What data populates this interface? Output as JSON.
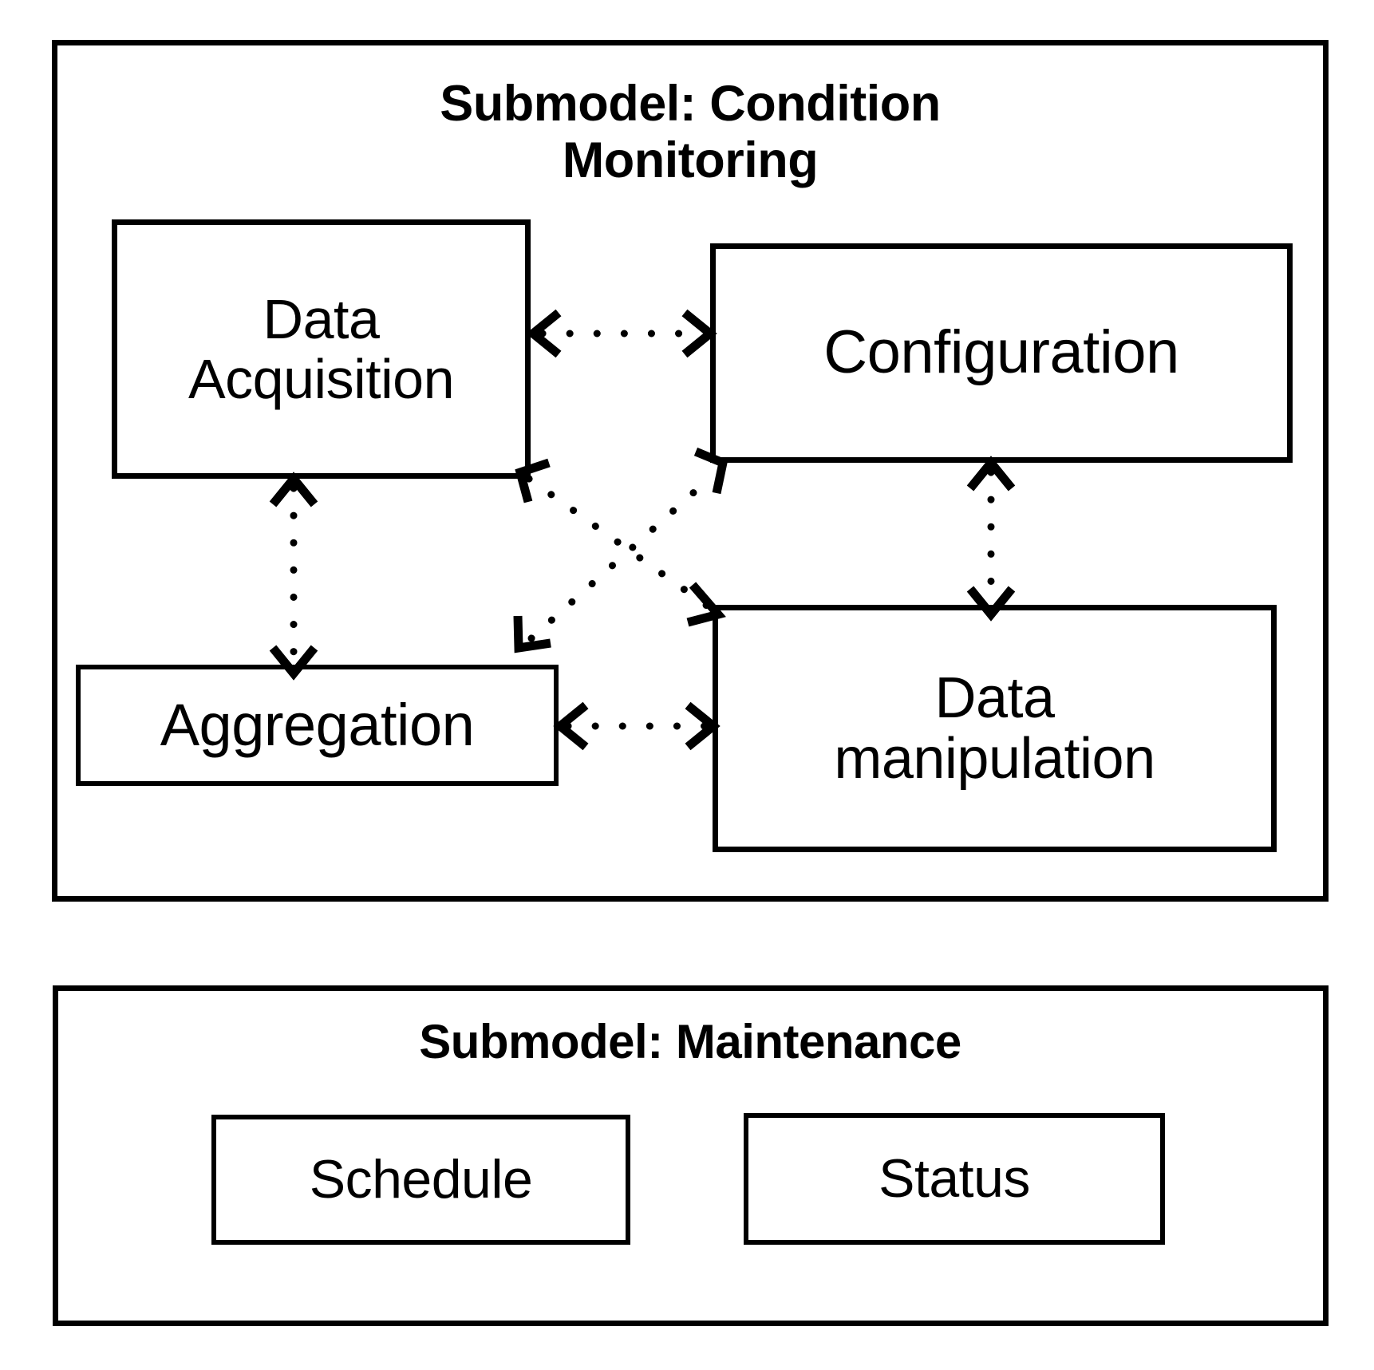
{
  "diagram": {
    "type": "block-diagram",
    "background": "#ffffff",
    "stroke_color": "#000000"
  },
  "submodels": [
    {
      "id": "condition-monitoring",
      "title_line1": "Submodel: Condition",
      "title_line2": "Monitoring",
      "title_full": "Submodel: Condition Monitoring",
      "nodes": [
        {
          "id": "data-acquisition",
          "label_line1": "Data",
          "label_line2": "Acquisition",
          "label_full": "Data Acquisition"
        },
        {
          "id": "configuration",
          "label_line1": "Configuration",
          "label_line2": "",
          "label_full": "Configuration"
        },
        {
          "id": "aggregation",
          "label_line1": "Aggregation",
          "label_line2": "",
          "label_full": "Aggregation"
        },
        {
          "id": "data-manipulation",
          "label_line1": "Data",
          "label_line2": "manipulation",
          "label_full": "Data manipulation"
        }
      ],
      "connections": [
        {
          "from": "data-acquisition",
          "to": "configuration",
          "style": "dotted",
          "direction": "bidirectional"
        },
        {
          "from": "data-acquisition",
          "to": "aggregation",
          "style": "dotted",
          "direction": "bidirectional"
        },
        {
          "from": "configuration",
          "to": "data-manipulation",
          "style": "dotted",
          "direction": "bidirectional"
        },
        {
          "from": "aggregation",
          "to": "data-manipulation",
          "style": "dotted",
          "direction": "bidirectional"
        },
        {
          "from": "data-acquisition",
          "to": "data-manipulation",
          "style": "dotted",
          "direction": "bidirectional"
        },
        {
          "from": "aggregation",
          "to": "configuration",
          "style": "dotted",
          "direction": "bidirectional"
        }
      ]
    },
    {
      "id": "maintenance",
      "title_line1": "Submodel: Maintenance",
      "title_line2": "",
      "title_full": "Submodel: Maintenance",
      "nodes": [
        {
          "id": "schedule",
          "label_line1": "Schedule",
          "label_line2": "",
          "label_full": "Schedule"
        },
        {
          "id": "status",
          "label_line1": "Status",
          "label_line2": "",
          "label_full": "Status"
        }
      ],
      "connections": []
    }
  ]
}
